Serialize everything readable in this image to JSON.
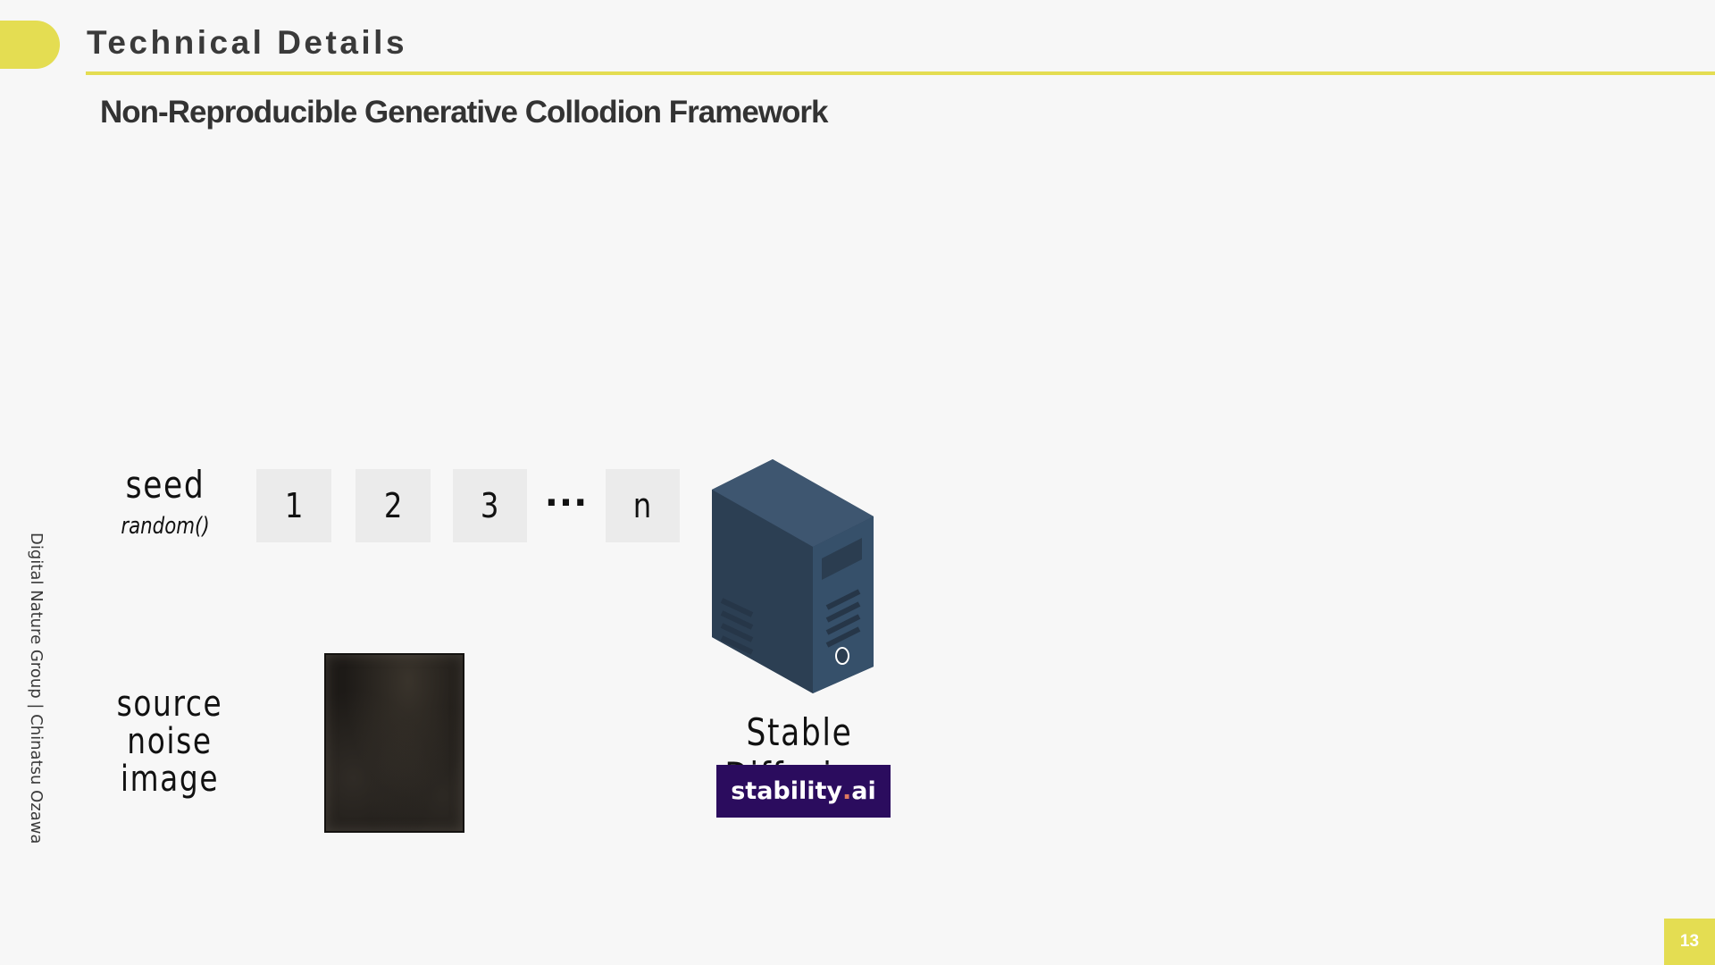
{
  "header": {
    "section_title": "Technical Details",
    "slide_title": "Non-Reproducible Generative Collodion Framework"
  },
  "sidebar": {
    "credit": "Digital Nature Group | Chinatsu Ozawa"
  },
  "footer": {
    "page_number": "13"
  },
  "colors": {
    "accent": "#e4dd52",
    "logo_bg": "#2b0c5e",
    "server": "#344a62"
  },
  "diagram": {
    "seed_label": "seed",
    "seed_sub": "random()",
    "seeds": [
      "1",
      "2",
      "3",
      "n"
    ],
    "ellipsis": "···",
    "source_label_lines": [
      "source",
      "noise",
      "image"
    ],
    "server_icon": "server-tower-icon",
    "model_label": "Stable Diffusion",
    "logo": {
      "text_main": "stability",
      "text_dot": ".",
      "text_tail": "ai"
    }
  }
}
